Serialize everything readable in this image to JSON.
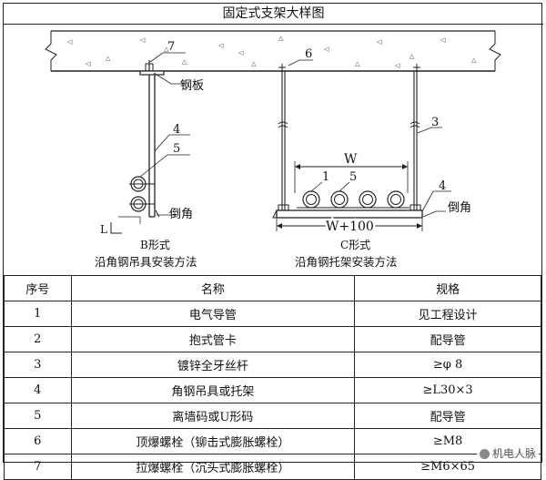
{
  "title": "固定式支架大样图",
  "callouts": {
    "n7": "7",
    "gangban": "钢板",
    "n4_left": "4",
    "n5_left": "5",
    "daojiao_left": "倒角",
    "l_mark": "L",
    "n6": "6",
    "n3": "3",
    "w_top": "W",
    "n1": "1",
    "n5_right": "5",
    "n4_right": "4",
    "daojiao_right": "倒角",
    "w_bottom": "W+100"
  },
  "captions": {
    "b_form": "B形式",
    "b_desc": "沿角钢吊具安装方法",
    "c_form": "C形式",
    "c_desc": "沿角钢托架安装方法"
  },
  "table": {
    "headers": [
      "序号",
      "名称",
      "规格"
    ],
    "rows": [
      [
        "1",
        "电气导管",
        "见工程设计"
      ],
      [
        "2",
        "抱式管卡",
        "配导管"
      ],
      [
        "3",
        "镀锌全牙丝杆",
        "≥φ 8"
      ],
      [
        "4",
        "角钢吊具或托架",
        "≥L30×3"
      ],
      [
        "5",
        "离墙码或U形码",
        "配导管"
      ],
      [
        "6",
        "顶爆螺栓（铆击式膨胀螺栓）",
        "≥M8"
      ],
      [
        "7",
        "拉爆螺栓（沉头式膨胀螺栓）",
        "≥M6×65"
      ]
    ]
  },
  "watermark": "机电人脉"
}
